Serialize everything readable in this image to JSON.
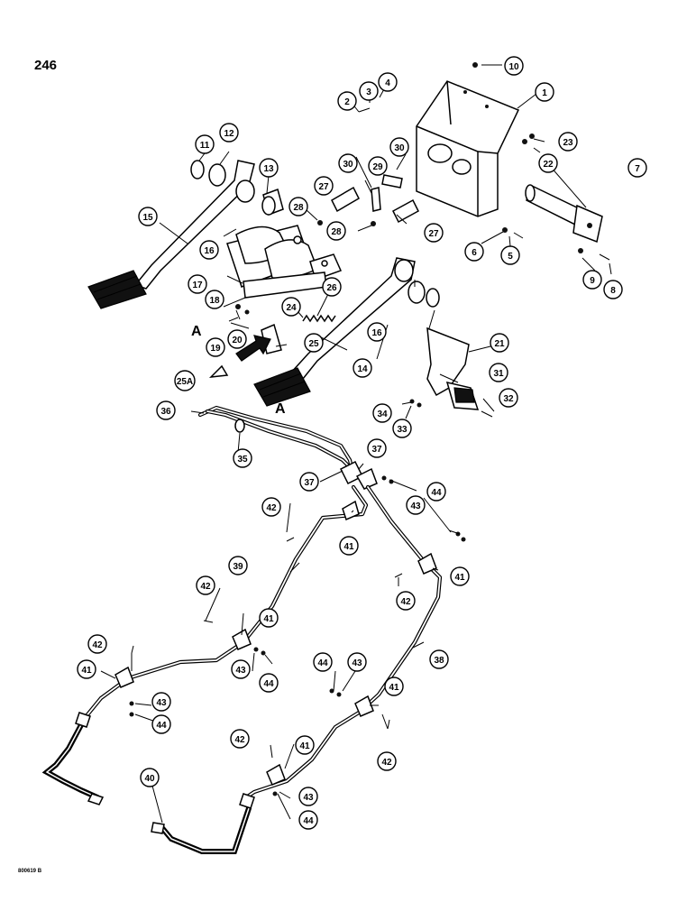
{
  "page_number": "246",
  "figure_code": "800619 B",
  "view_reference_label": "A",
  "callout_labels": {
    "c1": "1",
    "c2": "2",
    "c3": "3",
    "c4": "4",
    "c5": "5",
    "c6": "6",
    "c7": "7",
    "c8": "8",
    "c9": "9",
    "c10": "10",
    "c11": "11",
    "c12": "12",
    "c13": "13",
    "c14": "14",
    "c15": "15",
    "c16": "16",
    "c17": "17",
    "c18": "18",
    "c19": "19",
    "c20": "20",
    "c21": "21",
    "c22": "22",
    "c23": "23",
    "c24": "24",
    "c25": "25",
    "c25a": "25A",
    "c26": "26",
    "c27": "27",
    "c28": "28",
    "c29": "29",
    "c30": "30",
    "c31": "31",
    "c32": "32",
    "c33": "33",
    "c34": "34",
    "c35": "35",
    "c36": "36",
    "c37": "37",
    "c38": "38",
    "c39": "39",
    "c40": "40",
    "c41": "41",
    "c42": "42",
    "c43": "43",
    "c44": "44"
  }
}
